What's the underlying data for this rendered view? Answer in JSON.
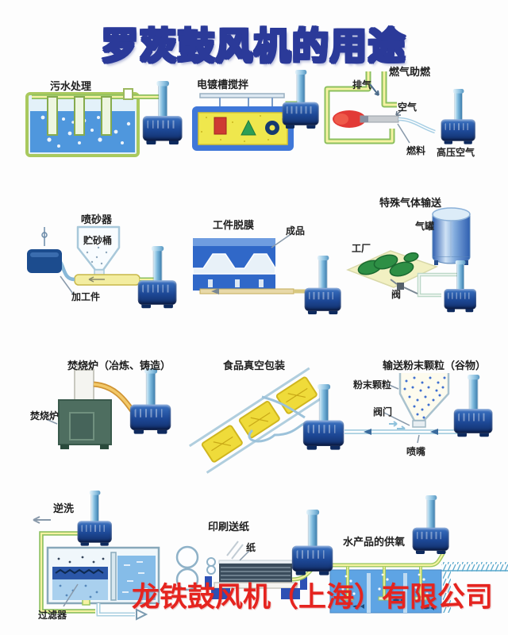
{
  "poster": {
    "title": "罗茨鼓风机的用途",
    "company": "龙铁鼓风机（上海）有限公司"
  },
  "colors": {
    "title_fill": "#ffffff",
    "title_outline": "#2b3a99",
    "company_red": "#e5241f",
    "label_text": "#1e1e1e",
    "pipe_yellow": "#f6f2a2",
    "pipe_green": "#8cc05e",
    "water_blue": "#4f97dd",
    "blower_blue": "#1d4896"
  },
  "scenes": {
    "sewage": {
      "title": "污水处理"
    },
    "electroplating": {
      "title": "电镀槽搅拌"
    },
    "gas_combustion": {
      "title": "燃气助燃",
      "exhaust": "排气",
      "air": "空气",
      "fuel": "燃料",
      "hp_air": "高压空气"
    },
    "sandblaster": {
      "title": "喷砂器",
      "hopper": "贮砂桶",
      "workpiece": "加工件"
    },
    "demolding": {
      "title": "工件脱膜",
      "product": "成品"
    },
    "special_gas": {
      "title": "特殊气体输送",
      "tank": "气罐",
      "factory": "工厂",
      "valve": "阀"
    },
    "incinerator": {
      "title": "焚烧炉（冶炼、铸造）",
      "furnace": "焚烧炉"
    },
    "vacuum_pack": {
      "title": "食品真空包装"
    },
    "powder": {
      "title": "输送粉末颗粒（谷物）",
      "particles": "粉末颗粒",
      "valve": "阀门",
      "nozzle": "喷嘴"
    },
    "backwash": {
      "title": "逆洗",
      "filter": "过滤器"
    },
    "paper_feed": {
      "title": "印刷送纸",
      "paper": "纸"
    },
    "aquaculture": {
      "title": "水产品的供氧"
    }
  }
}
